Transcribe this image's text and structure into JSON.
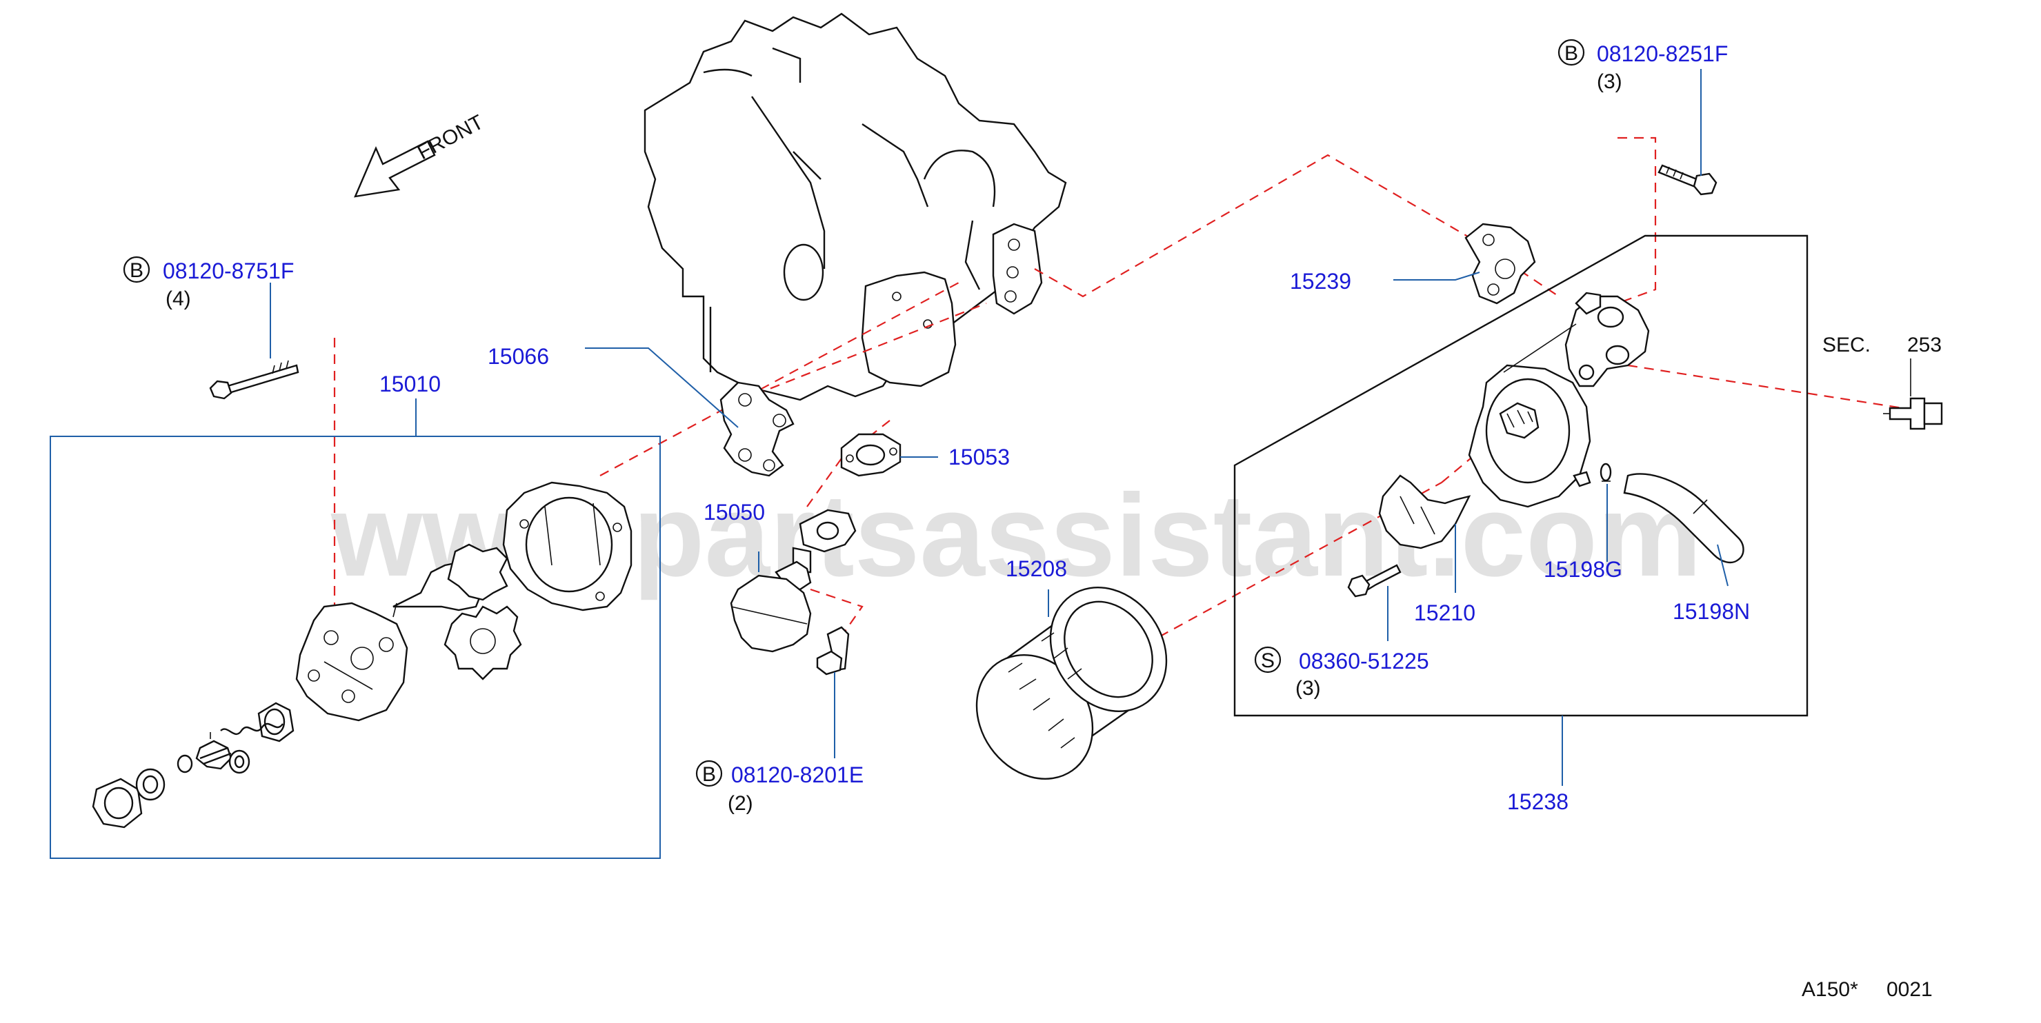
{
  "parts": {
    "p15010": "15010",
    "p15066": "15066",
    "p15053": "15053",
    "p15050": "15050",
    "p15208": "15208",
    "p15239": "15239",
    "p15210": "15210",
    "p15198g": "15198G",
    "p15198n": "15198N",
    "p15238": "15238"
  },
  "bolts": {
    "b1": {
      "badge": "B",
      "number": "08120-8751F",
      "qty": "(4)"
    },
    "b2": {
      "badge": "B",
      "number": "08120-8201E",
      "qty": "(2)"
    },
    "b3": {
      "badge": "B",
      "number": "08120-8251F",
      "qty": "(3)"
    },
    "s1": {
      "badge": "S",
      "number": "08360-51225",
      "qty": "(3)"
    }
  },
  "front_label": "FRONT",
  "sec": {
    "label": "SEC.",
    "number": "253"
  },
  "diagram_code": {
    "left": "A150*",
    "right": "0021"
  },
  "watermark": "www.partsassistant.com",
  "colors": {
    "part_number": "#1a1ad6",
    "leader": "#1f5fa8",
    "dashed": "#e02020"
  }
}
